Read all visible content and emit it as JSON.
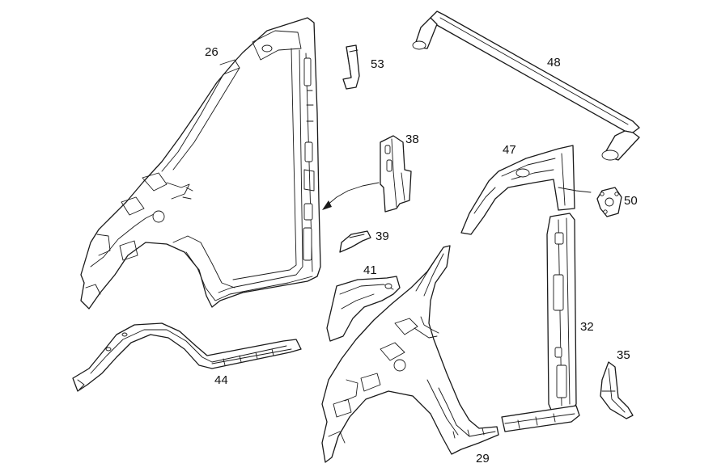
{
  "diagram": {
    "background": "#ffffff",
    "ink": "#1a1a1a",
    "callouts": [
      {
        "id": "26",
        "label": "26"
      },
      {
        "id": "53",
        "label": "53"
      },
      {
        "id": "48",
        "label": "48"
      },
      {
        "id": "38",
        "label": "38"
      },
      {
        "id": "47",
        "label": "47"
      },
      {
        "id": "50",
        "label": "50"
      },
      {
        "id": "39",
        "label": "39"
      },
      {
        "id": "41",
        "label": "41"
      },
      {
        "id": "32",
        "label": "32"
      },
      {
        "id": "35",
        "label": "35"
      },
      {
        "id": "44",
        "label": "44"
      },
      {
        "id": "29",
        "label": "29"
      }
    ]
  }
}
